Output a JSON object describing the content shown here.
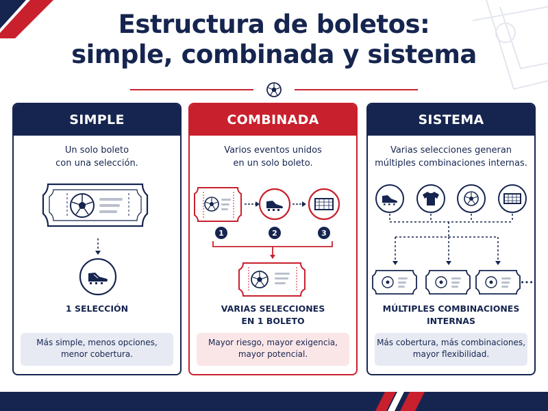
{
  "title_lines": [
    "Estructura de boletos:",
    "simple, combinada y sistema"
  ],
  "colors": {
    "navy": "#16254f",
    "red": "#c8202d",
    "light_navy": "#e7eaf3",
    "light_red": "#fbe6e7"
  },
  "cards": [
    {
      "header": "SIMPLE",
      "description": [
        "Un solo boleto",
        "con una selección."
      ],
      "label": [
        "1 SELECCIÓN"
      ],
      "summary": [
        "Más simple, menos opciones,",
        "menor cobertura."
      ],
      "icons": [
        "soccer-ball-icon",
        "soccer-cleat-icon"
      ]
    },
    {
      "header": "COMBINADA",
      "description": [
        "Varios eventos unidos",
        "en un solo boleto."
      ],
      "steps": [
        "1",
        "2",
        "3"
      ],
      "label": [
        "VARIAS SELECCIONES",
        "EN 1 BOLETO"
      ],
      "summary": [
        "Mayor riesgo, mayor exigencia,",
        "mayor potencial."
      ],
      "icons": [
        "soccer-ball-icon",
        "soccer-cleat-icon",
        "soccer-goal-icon"
      ]
    },
    {
      "header": "SISTEMA",
      "description": [
        "Varias selecciones generan",
        "múltiples combinaciones internas."
      ],
      "more_marker": "•••",
      "label": [
        "MÚLTIPLES COMBINACIONES",
        "INTERNAS"
      ],
      "summary": [
        "Más cobertura, más combinaciones,",
        "mayor flexibilidad."
      ],
      "icons": [
        "soccer-cleat-icon",
        "jersey-icon",
        "soccer-ball-icon",
        "soccer-goal-icon"
      ]
    }
  ]
}
